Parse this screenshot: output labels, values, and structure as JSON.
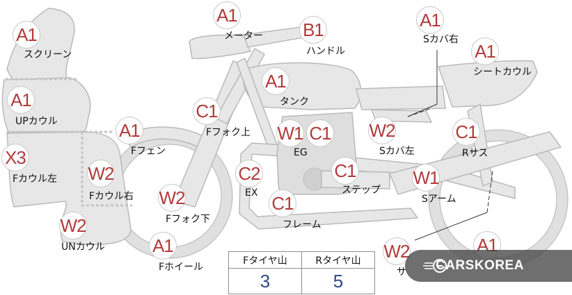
{
  "parts": [
    {
      "key": "screen",
      "grade": "A1",
      "label": "スクリーン"
    },
    {
      "key": "up_cowl",
      "grade": "A1",
      "label": "UPカウル"
    },
    {
      "key": "f_cowl_left",
      "grade": "X3",
      "label": "Fカウル左"
    },
    {
      "key": "f_cowl_right",
      "grade": "W2",
      "label": "Fカウル右"
    },
    {
      "key": "un_cowl",
      "grade": "W2",
      "label": "UNカウル"
    },
    {
      "key": "f_fender",
      "grade": "A1",
      "label": "Fフェン"
    },
    {
      "key": "f_fork_lower",
      "grade": "W2",
      "label": "Fフォク下"
    },
    {
      "key": "f_wheel",
      "grade": "A1",
      "label": "Fホイール"
    },
    {
      "key": "meter",
      "grade": "A1",
      "label": "メーター"
    },
    {
      "key": "handle",
      "grade": "B1",
      "label": "ハンドル"
    },
    {
      "key": "tank",
      "grade": "A1",
      "label": "タンク"
    },
    {
      "key": "f_fork_upper",
      "grade": "C1",
      "label": "Fフォク上"
    },
    {
      "key": "engine",
      "grade": "W1",
      "label": "EG",
      "grade2": "C1"
    },
    {
      "key": "exhaust",
      "grade": "C2",
      "label": "EX"
    },
    {
      "key": "frame",
      "grade": "C1",
      "label": "フレーム"
    },
    {
      "key": "step",
      "grade": "C1",
      "label": "ステップ"
    },
    {
      "key": "side_cover_right",
      "grade": "A1",
      "label": "Sカバ右"
    },
    {
      "key": "seat_cowl",
      "grade": "A1",
      "label": "シートカウル"
    },
    {
      "key": "side_cover_left",
      "grade": "W2",
      "label": "Sカバ左"
    },
    {
      "key": "r_suspension",
      "grade": "C1",
      "label": "Rサス"
    },
    {
      "key": "swing_arm",
      "grade": "W1",
      "label": "Sアーム"
    },
    {
      "key": "silencer",
      "grade": "W2",
      "label": "サ"
    },
    {
      "key": "r_wheel",
      "grade": "A1",
      "label": ""
    }
  ],
  "tire_table": {
    "front_header": "Fタイヤ山",
    "rear_header": "Rタイヤ山",
    "front_value": "3",
    "rear_value": "5"
  },
  "watermark": {
    "text": "CARSKOREA",
    "icon": "carskorea-logo-icon"
  }
}
